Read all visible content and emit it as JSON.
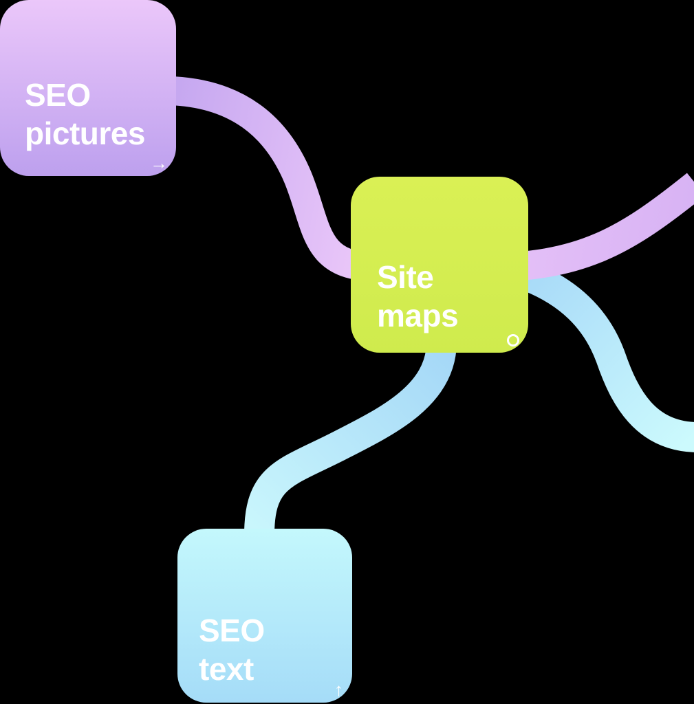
{
  "canvas": {
    "background": "#000000"
  },
  "diagram": {
    "nodes": [
      {
        "id": "seo-pictures",
        "label": "SEO pictures",
        "icon": "arrow-right-icon",
        "icon_glyph": "→",
        "color_top": "#ebc7fa",
        "color_bottom": "#bda0ee",
        "text_color": "#ffffff"
      },
      {
        "id": "site-maps",
        "label": "Site maps",
        "icon": "circle-icon",
        "color_top": "#daf055",
        "color_bottom": "#cfeb4d",
        "text_color": "#ffffff"
      },
      {
        "id": "seo-text",
        "label": "SEO text",
        "icon": "arrow-up-icon",
        "icon_glyph": "↑",
        "color_top": "#c4f8fc",
        "color_bottom": "#a5dcf8",
        "text_color": "#ffffff"
      }
    ],
    "connectors": [
      {
        "id": "pictures-to-sitemaps-to-right-edge",
        "from": "seo-pictures",
        "to": "right-edge (behind site-maps)",
        "colors": [
          "#c5a7f0",
          "#eecafa",
          "#d8b3f4"
        ]
      },
      {
        "id": "sitemaps-to-seotext",
        "from": "site-maps",
        "to": "seo-text",
        "colors": [
          "#a5d8f7",
          "#c9f6fc"
        ]
      },
      {
        "id": "sitemaps-to-right-edge",
        "from": "site-maps",
        "to": "right-edge",
        "colors": [
          "#a8daf8",
          "#ccfafd"
        ]
      }
    ]
  }
}
